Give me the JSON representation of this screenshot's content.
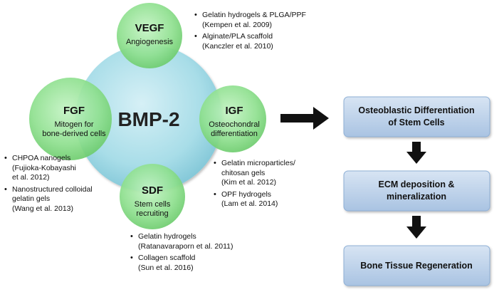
{
  "hub": {
    "label": "BMP-2"
  },
  "factors": {
    "vegf": {
      "name": "VEGF",
      "role": [
        "Angiogenesis"
      ]
    },
    "fgf": {
      "name": "FGF",
      "role": [
        "Mitogen for",
        "bone-derived cells"
      ]
    },
    "igf": {
      "name": "IGF",
      "role": [
        "Osteochondral",
        "differentiation"
      ]
    },
    "sdf": {
      "name": "SDF",
      "role": [
        "Stem cells",
        "recruiting"
      ]
    }
  },
  "notes": {
    "vegf": [
      [
        "Gelatin hydrogels & PLGA/PPF",
        "(Kempen et al. 2009)"
      ],
      [
        "Alginate/PLA scaffold",
        "(Kanczler et al. 2010)"
      ]
    ],
    "fgf": [
      [
        "CHPOA nanogels",
        "(Fujioka-Kobayashi",
        " et al. 2012)"
      ],
      [
        "Nanostructured colloidal",
        "gelatin gels",
        "(Wang et al. 2013)"
      ]
    ],
    "igf": [
      [
        "Gelatin microparticles/",
        "chitosan gels",
        "(Kim et al. 2012)"
      ],
      [
        "OPF hydrogels",
        "(Lam et al. 2014)"
      ]
    ],
    "sdf": [
      [
        "Gelatin hydrogels",
        "(Ratanavaraporn et al. 2011)"
      ],
      [
        "Collagen scaffold",
        "(Sun et al. 2016)"
      ]
    ]
  },
  "process": [
    [
      "Osteoblastic Differentiation",
      "of Stem Cells"
    ],
    [
      "ECM deposition &",
      "mineralization"
    ],
    [
      "Bone Tissue Regeneration"
    ]
  ],
  "colors": {
    "hub": "#a8dde8",
    "factor": "#8fe08f",
    "box": "#b8cfe8",
    "arrow": "#111111"
  }
}
